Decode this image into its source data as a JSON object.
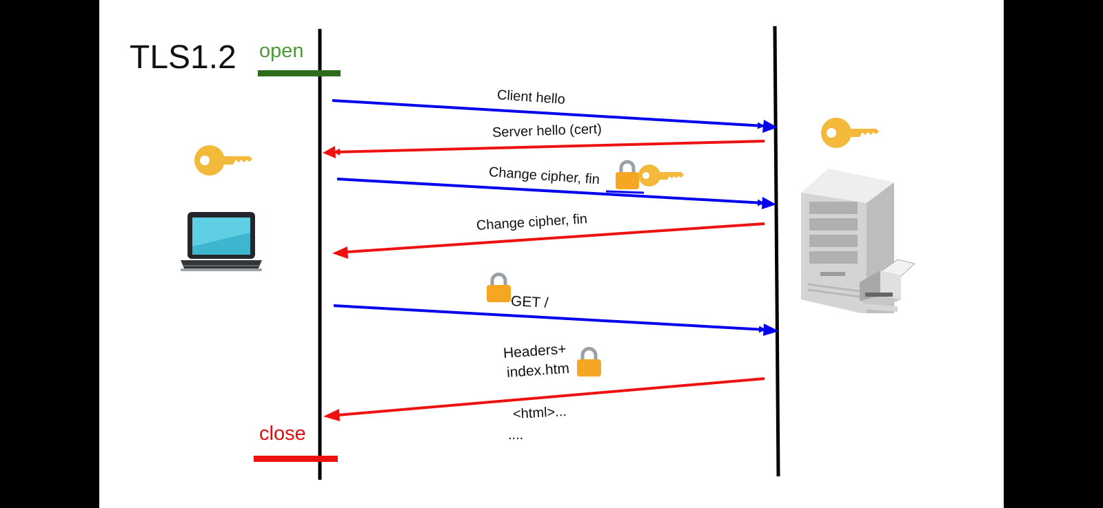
{
  "diagram": {
    "title": "TLS1.2",
    "open_label": "open",
    "close_label": "close",
    "colors": {
      "client_to_server": "#0000ee",
      "server_to_client": "#ee1111",
      "open_bar": "#2e6b1f",
      "close_bar": "#ee1111",
      "key": "#f2b93b",
      "lock": "#f5a623"
    },
    "messages": [
      {
        "label": "Client hello",
        "direction": "client-to-server"
      },
      {
        "label": "Server hello (cert)",
        "direction": "server-to-client"
      },
      {
        "label": "Change cipher, fin",
        "direction": "client-to-server",
        "icons": [
          "lock-icon",
          "key-icon"
        ]
      },
      {
        "label": "Change cipher, fin",
        "direction": "server-to-client"
      },
      {
        "label": "GET /",
        "direction": "client-to-server",
        "icons": [
          "lock-icon"
        ]
      },
      {
        "label": "Headers+",
        "label2": "index.htm",
        "direction": "server-to-client",
        "icons": [
          "lock-icon"
        ]
      }
    ],
    "trailing": [
      "<html>...",
      "...."
    ],
    "icons": {
      "client": "laptop-icon",
      "server": "server-tower-icon",
      "client_key": "key-icon",
      "server_key": "key-icon"
    }
  }
}
